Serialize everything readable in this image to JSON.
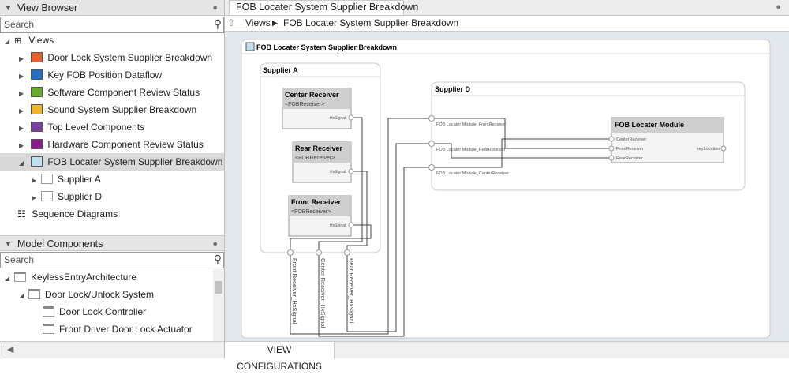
{
  "view_browser": {
    "title": "View Browser",
    "search_placeholder": "Search",
    "root": "Views",
    "items": [
      {
        "label": "Door Lock System Supplier Breakdown",
        "color": "#e8602c"
      },
      {
        "label": "Key FOB Position Dataflow",
        "color": "#1f6fc5"
      },
      {
        "label": "Software Component Review Status",
        "color": "#6aab2e"
      },
      {
        "label": "Sound System Supplier Breakdown",
        "color": "#f0b428"
      },
      {
        "label": "Top Level Components",
        "color": "#7b3f9e"
      },
      {
        "label": "Hardware Component Review Status",
        "color": "#8b1a8b"
      },
      {
        "label": "FOB Locater System Supplier Breakdown",
        "color": "#bfe0f0",
        "selected": true
      }
    ],
    "children": [
      "Supplier A",
      "Supplier D"
    ],
    "sequence": "Sequence Diagrams"
  },
  "model_components": {
    "title": "Model Components",
    "search_placeholder": "Search",
    "items": [
      "KeylessEntryArchitecture",
      "Door Lock/Unlock System",
      "Door Lock Controller",
      "Front Driver Door Lock Actuator"
    ]
  },
  "tab": {
    "label": "FOB Locater System Supplier Breakdown"
  },
  "breadcrumb": {
    "root": "Views",
    "current": "FOB Locater System Supplier Breakdown"
  },
  "diagram": {
    "title": "FOB Locater System Supplier Breakdown",
    "supplier_a": {
      "title": "Supplier A",
      "components": [
        {
          "name": "Center Receiver",
          "stereotype": "<FOBReceiver>",
          "port": "HxSignal"
        },
        {
          "name": "Rear Receiver",
          "stereotype": "<FOBReceiver>",
          "port": "HxSignal"
        },
        {
          "name": "Front Receiver",
          "stereotype": "<FOBReceiver>",
          "port": "HxSignal"
        }
      ],
      "out_ports": [
        "Front Receiver_HxSignal",
        "Center Receiver_HxSignal",
        "Rear Receiver_HxSignal"
      ]
    },
    "supplier_d": {
      "title": "Supplier D",
      "in_ports": [
        "FOB Locater Module_FrontReceiver",
        "FOB Locater Module_RearReceiver",
        "FOB Locater Module_CenterReceiver"
      ],
      "module": {
        "name": "FOB Locater Module",
        "inputs": [
          "CenterReceiver",
          "FrontReceiver",
          "RearReceiver"
        ],
        "output": "keyLocation"
      }
    }
  },
  "bottom_tab": "VIEW CONFIGURATIONS"
}
